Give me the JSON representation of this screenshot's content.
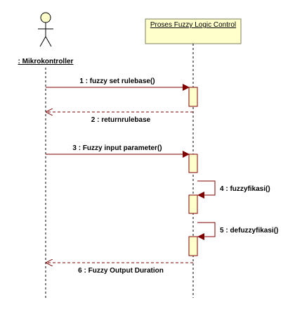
{
  "actor": {
    "name": ": Mikrokontroller"
  },
  "object": {
    "name": "Proses Fuzzy Logic Control"
  },
  "messages": [
    {
      "label": "1 : fuzzy set rulebase()",
      "kind": "call"
    },
    {
      "label": "2 : returnrulebase",
      "kind": "return"
    },
    {
      "label": "3 : Fuzzy input parameter()",
      "kind": "call"
    },
    {
      "label": "4 : fuzzyfikasi()",
      "kind": "self"
    },
    {
      "label": "5 : defuzzyfikasi()",
      "kind": "self"
    },
    {
      "label": "6 : Fuzzy Output Duration",
      "kind": "return"
    }
  ],
  "colors": {
    "message": "#800000",
    "activation_fill": "#ffffcc",
    "activation_stroke": "#800000",
    "object_fill": "#ffffcc",
    "object_stroke": "#7f7f5f",
    "actor_head": "#ffffcc",
    "lifeline": "#000000"
  }
}
